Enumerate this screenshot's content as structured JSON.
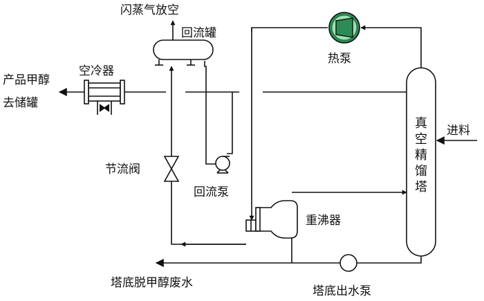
{
  "labels": {
    "flash_vent": "闪蒸气放空",
    "reflux_tank": "回流罐",
    "heat_pump": "热泵",
    "air_cooler": "空冷器",
    "product_line1": "产品甲醇",
    "product_line2": "去储罐",
    "feed": "进料",
    "tower": [
      "真",
      "空",
      "精",
      "馏",
      "塔"
    ],
    "throttle_valve": "节流阀",
    "reflux_pump": "回流泵",
    "reboiler": "重沸器",
    "bottoms_water": "塔底脱甲醇废水",
    "bottoms_pump": "塔底出水泵"
  },
  "colors": {
    "line": "#111111",
    "heat_pump_fill": "#2e8b57",
    "heat_pump_inner": "#9fe0b0"
  }
}
